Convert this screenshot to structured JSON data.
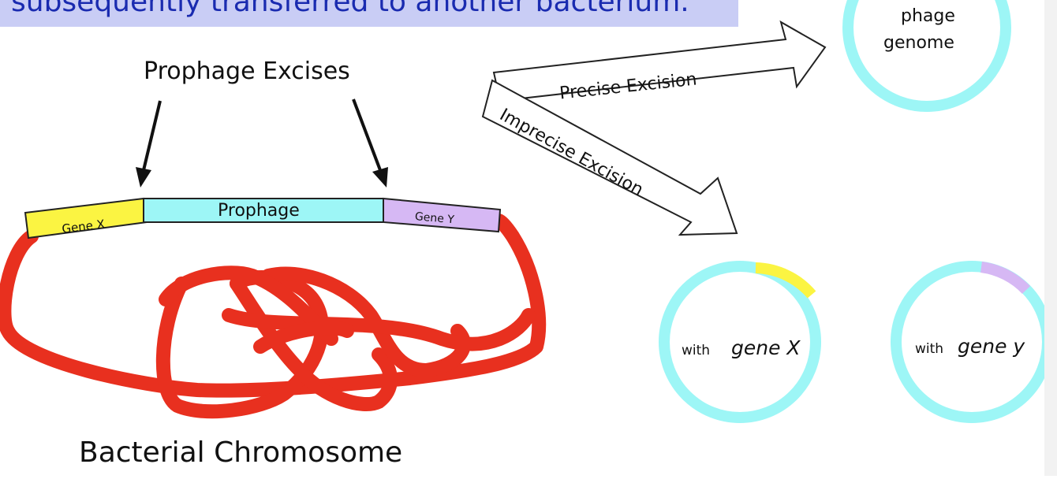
{
  "caption": {
    "partial_text": "subsequently transferred to another bacterium."
  },
  "labels": {
    "prophage_excises": "Prophage  Excises",
    "bacterial_chromosome": "Bacterial Chromosome",
    "gene_x": "Gene X",
    "prophage": "Prophage",
    "gene_y": "Gene Y",
    "precise_excision": "Precise  Excision",
    "imprecise_excision": "Imprecise  Excision",
    "phage_genome_line1": "phage",
    "phage_genome_line2": "genome",
    "with_word_1": "with",
    "gene_x_italic": "gene X",
    "with_word_2": "with",
    "gene_y_italic": "gene y"
  },
  "colors": {
    "caption_highlight": "#c9cdf5",
    "caption_text": "#1a2bb0",
    "chromosome": "#e8301f",
    "prophage": "#9df6f6",
    "gene_x": "#fbf442",
    "gene_y": "#d6b8f4",
    "phage_ring": "#9df6f6",
    "outline": "#222222"
  }
}
